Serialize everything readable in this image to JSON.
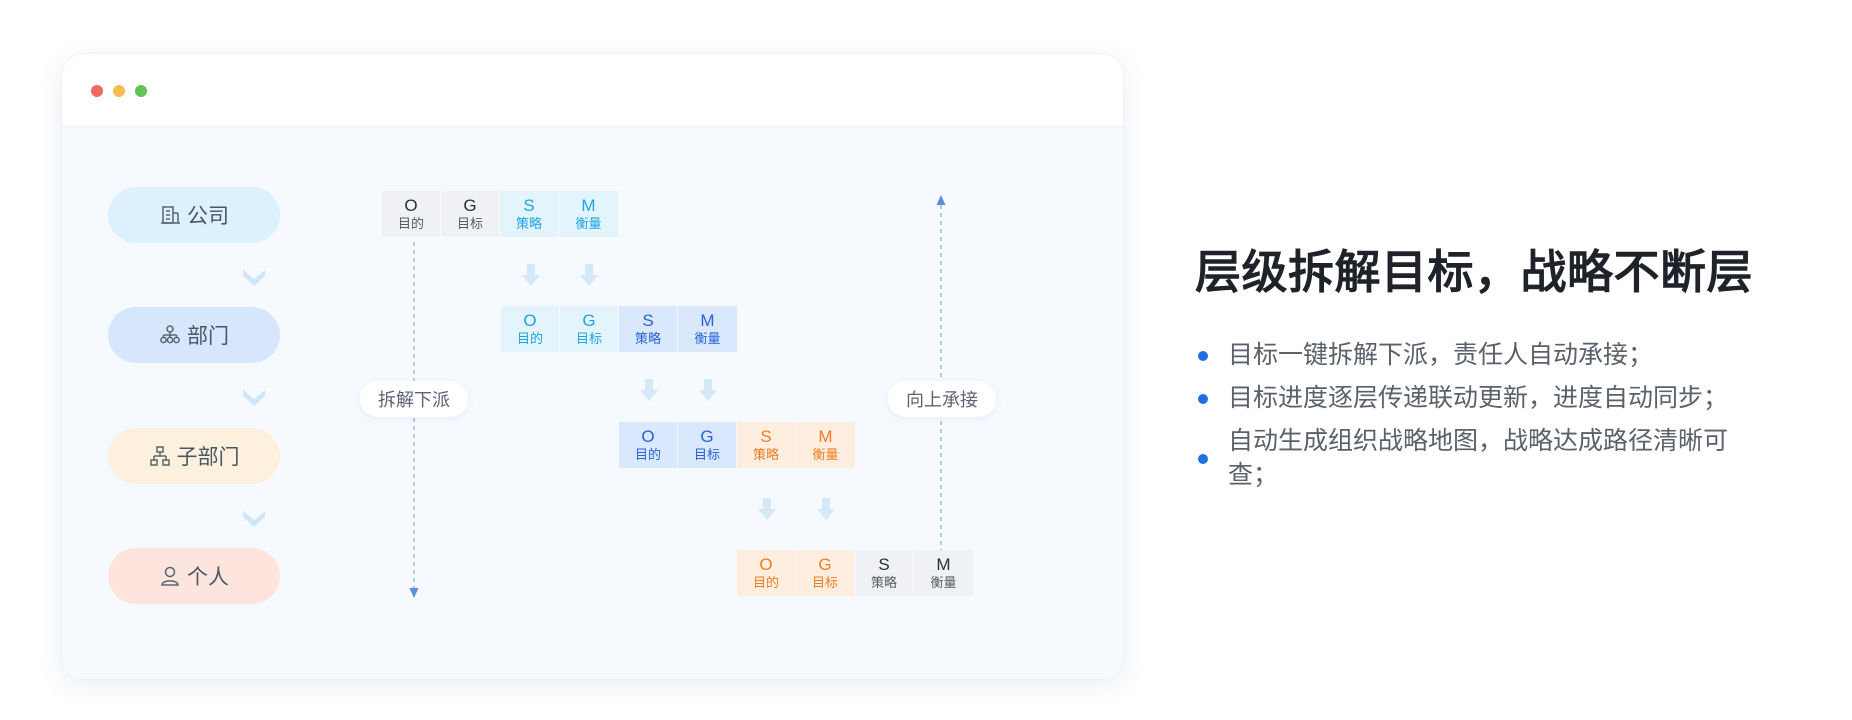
{
  "window": {
    "controls": [
      "close-dot",
      "minimize-dot",
      "maximize-dot"
    ]
  },
  "levels": [
    {
      "label": "公司",
      "icon": "building-icon",
      "color": "#dcf1fd"
    },
    {
      "label": "部门",
      "icon": "org-chart-icon",
      "color": "#d5e6fd"
    },
    {
      "label": "子部门",
      "icon": "sub-org-icon",
      "color": "#fdf0dc"
    },
    {
      "label": "个人",
      "icon": "person-icon",
      "color": "#fde5de"
    }
  ],
  "tags": {
    "down": "拆解下派",
    "up": "向上承接"
  },
  "ogsm_rows": [
    [
      {
        "letter": "O",
        "sub": "目的",
        "tone": "gray"
      },
      {
        "letter": "G",
        "sub": "目标",
        "tone": "gray"
      },
      {
        "letter": "S",
        "sub": "策略",
        "tone": "cyan"
      },
      {
        "letter": "M",
        "sub": "衡量",
        "tone": "cyan"
      }
    ],
    [
      {
        "letter": "O",
        "sub": "目的",
        "tone": "cyan"
      },
      {
        "letter": "G",
        "sub": "目标",
        "tone": "cyan"
      },
      {
        "letter": "S",
        "sub": "策略",
        "tone": "blue"
      },
      {
        "letter": "M",
        "sub": "衡量",
        "tone": "blue"
      }
    ],
    [
      {
        "letter": "O",
        "sub": "目的",
        "tone": "blue"
      },
      {
        "letter": "G",
        "sub": "目标",
        "tone": "blue"
      },
      {
        "letter": "S",
        "sub": "策略",
        "tone": "orange"
      },
      {
        "letter": "M",
        "sub": "衡量",
        "tone": "orange"
      }
    ],
    [
      {
        "letter": "O",
        "sub": "目的",
        "tone": "orange"
      },
      {
        "letter": "G",
        "sub": "目标",
        "tone": "orange"
      },
      {
        "letter": "S",
        "sub": "策略",
        "tone": "gray"
      },
      {
        "letter": "M",
        "sub": "衡量",
        "tone": "gray"
      }
    ]
  ],
  "colors": {
    "accent": "#1f6fe5",
    "cyan": "#1aa6e4",
    "blue": "#2762d8",
    "orange": "#ef7d22",
    "arrow": "#cfe3f8"
  },
  "heading": "层级拆解目标，战略不断层",
  "bullets": [
    "目标一键拆解下派，责任人自动承接；",
    "目标进度逐层传递联动更新，进度自动同步；",
    "自动生成组织战略地图，战略达成路径清晰可查；"
  ]
}
